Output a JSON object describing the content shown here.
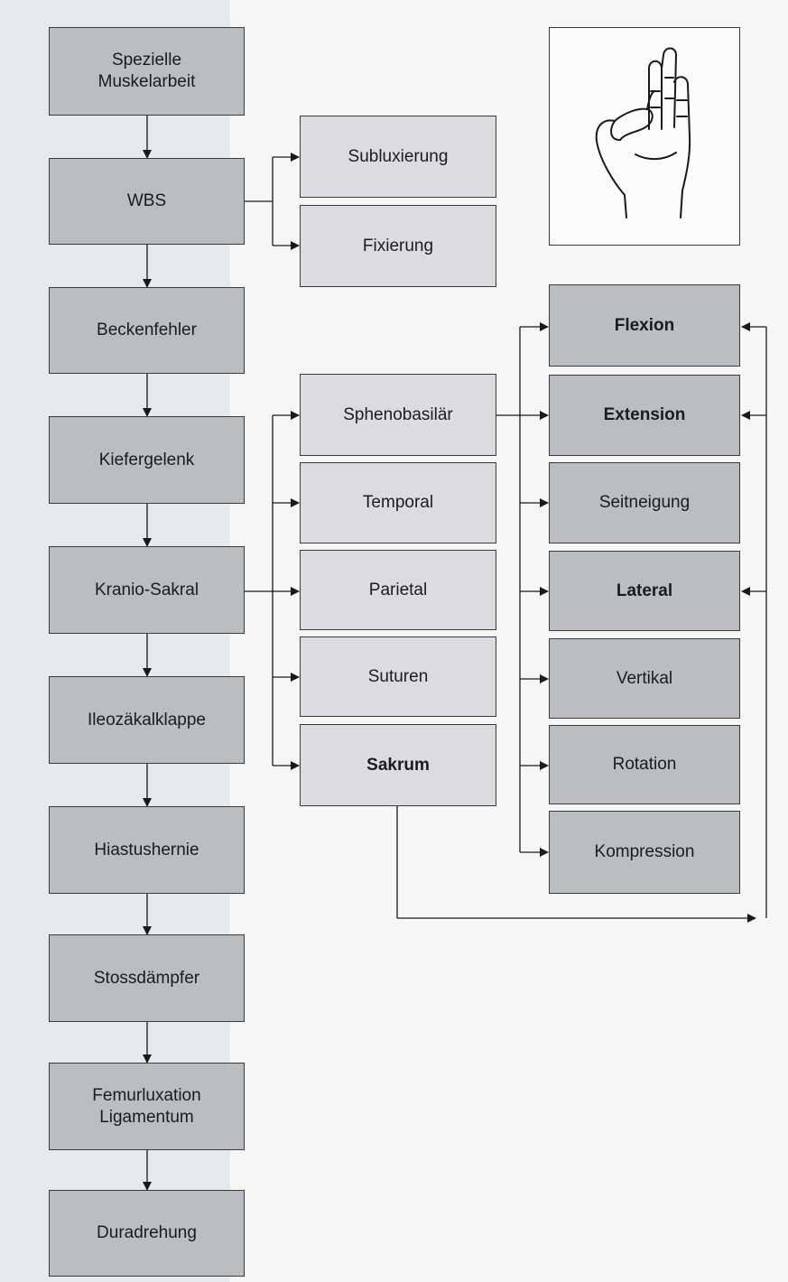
{
  "left_column": [
    "Spezielle\nMuskelarbeit",
    "WBS",
    "Beckenfehler",
    "Kiefergelenk",
    "Kranio-Sakral",
    "Ileozäkalklappe",
    "Hiastushernie",
    "Stossdämpfer",
    "Femurluxation\nLigamentum",
    "Duradrehung"
  ],
  "wbs_branch": [
    "Subluxierung",
    "Fixierung"
  ],
  "cranio_branch": [
    "Sphenobasilär",
    "Temporal",
    "Parietal",
    "Suturen",
    "Sakrum"
  ],
  "right_column": [
    "Flexion",
    "Extension",
    "Seitneigung",
    "Lateral",
    "Vertikal",
    "Rotation",
    "Kompression"
  ],
  "hand_illustration": "hand-gesture"
}
